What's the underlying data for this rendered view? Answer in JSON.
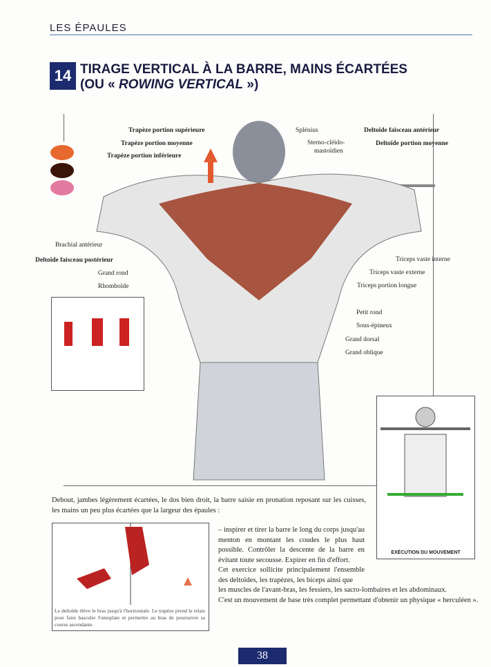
{
  "header": "LES ÉPAULES",
  "exercise": {
    "number": "14",
    "title_line1": "TIRAGE VERTICAL À LA BARRE, MAINS ÉCARTÉES",
    "title_line2_pre": "(OU « ",
    "title_line2_italic": "ROWING VERTICAL",
    "title_line2_post": " »)"
  },
  "legend_colors": [
    "#e8692e",
    "#3a1408",
    "#e37aa0"
  ],
  "labels": {
    "trap_sup": "Trapèze portion supérieure",
    "trap_moy": "Trapèze portion moyenne",
    "trap_inf": "Trapèze portion inférieure",
    "splenius": "Splénius",
    "sterno": "Sterno-cléido-",
    "sterno2": "mastoïdien",
    "delt_ant": "Deltoïde faisceau antérieur",
    "delt_moy": "Deltoïde portion moyenne",
    "brachial": "Brachial antérieur",
    "delt_post": "Deltoïde faisceau postérieur",
    "grand_rond": "Grand rond",
    "rhomboide": "Rhomboïde",
    "tri_int": "Triceps vaste interne",
    "tri_ext": "Triceps vaste externe",
    "tri_long": "Triceps portion longue",
    "petit_rond": "Petit rond",
    "sous_ep": "Sous-épineux",
    "grand_dorsal": "Grand dorsal",
    "grand_oblique": "Grand oblique"
  },
  "execution_caption": "EXÉCUTION DU MOUVEMENT",
  "text": {
    "intro": "Debout, jambes légèrement écartées, le dos bien droit, la barre saisie en pronation reposant sur les cuisses, les mains un peu plus écartées que la largeur des épaules :",
    "step": "– inspirer et tirer la barre le long du corps jusqu'au menton en montant les coudes le plus haut possible. Contrôler la descente de la barre en évitant toute secousse. Expirer en fin d'effort.",
    "p2a": "Cet exercice sollicite principalement l'ensemble des deltoïdes, les trapèzes, les biceps ainsi que",
    "p2b": "les muscles de l'avant-bras, les fessiers, les sacro-lombaires et les abdominaux.",
    "p3": "C'est un mouvement de base très complet permettant d'obtenir un physique « herculéen »."
  },
  "inset_caption": "Le deltoïde élève le bras jusqu'à l'horizontale. Le trapèze prend le relais pour faire basculer l'omoplate et permettre au bras de poursuivre sa course ascendante.",
  "page_number": "38"
}
